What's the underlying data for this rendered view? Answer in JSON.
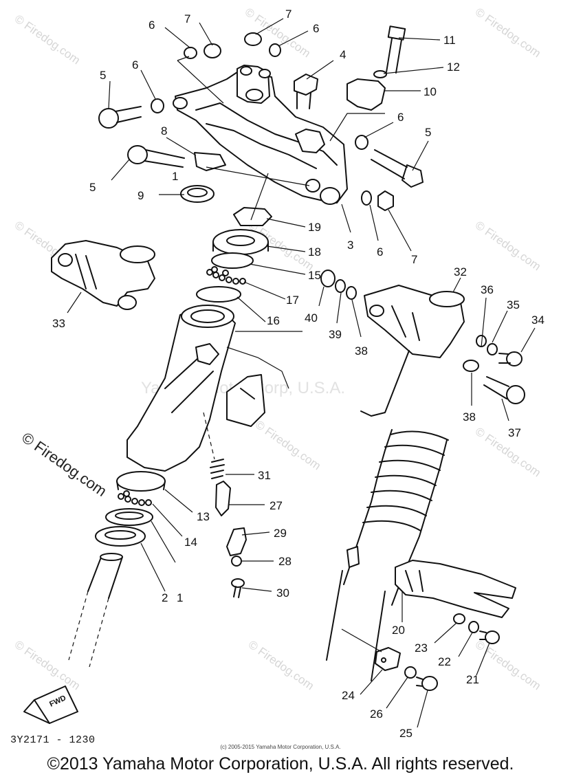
{
  "watermarks": {
    "site": "© Firedog.com",
    "center": "Yamaha Motor Corp, U.S.A."
  },
  "callouts": [
    "1",
    "2",
    "3",
    "4",
    "5",
    "5",
    "5",
    "6",
    "6",
    "6",
    "6",
    "6",
    "7",
    "7",
    "7",
    "8",
    "9",
    "10",
    "11",
    "12",
    "13",
    "14",
    "15",
    "16",
    "17",
    "18",
    "19",
    "20",
    "21",
    "22",
    "23",
    "24",
    "25",
    "26",
    "27",
    "28",
    "29",
    "30",
    "31",
    "32",
    "33",
    "34",
    "35",
    "36",
    "37",
    "38",
    "38",
    "39",
    "40"
  ],
  "fwd_label": "FWD",
  "drawing_code": "3Y2171 - 1230",
  "small_copyright": "(c) 2005-2015 Yamaha Motor Corporation, U.S.A.",
  "footer_copyright": "©2013 Yamaha Motor Corporation, U.S.A. All rights reserved."
}
